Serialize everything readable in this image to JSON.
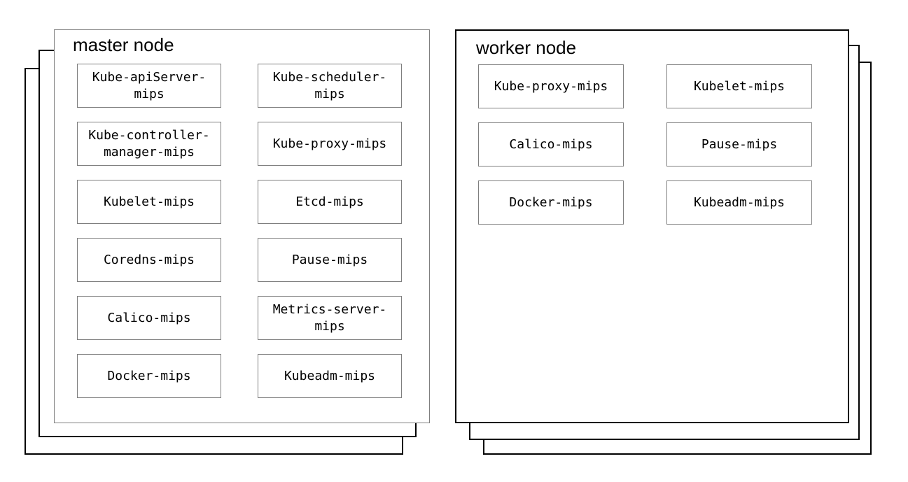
{
  "background": "#ffffff",
  "colors": {
    "master_front_border": "#7f7f7f",
    "worker_front_border": "#000000",
    "stack_layer_border": "#000000",
    "component_border": "#7f7f7f",
    "text": "#000000"
  },
  "nodes": [
    {
      "title": "master node",
      "columns": [
        [
          "Kube-apiServer-\nmips",
          "Kube-controller-\nmanager-mips",
          "Kubelet-mips",
          "Coredns-mips",
          "Calico-mips",
          "Docker-mips"
        ],
        [
          "Kube-scheduler-\nmips",
          "Kube-proxy-mips",
          "Etcd-mips",
          "Pause-mips",
          "Metrics-server-\nmips",
          "Kubeadm-mips"
        ]
      ]
    },
    {
      "title": "worker node",
      "columns": [
        [
          "Kube-proxy-mips",
          "Calico-mips",
          "Docker-mips"
        ],
        [
          "Kubelet-mips",
          "Pause-mips",
          "Kubeadm-mips"
        ]
      ]
    }
  ]
}
